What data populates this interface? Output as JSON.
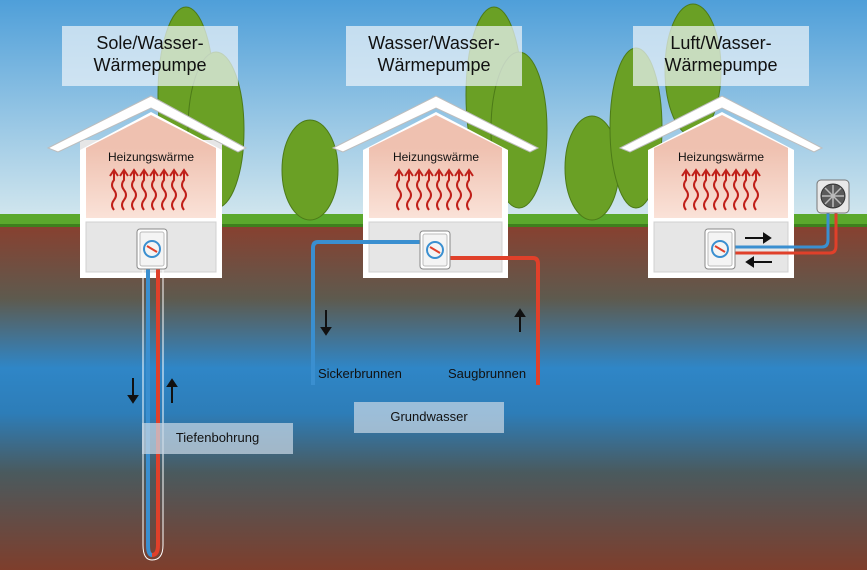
{
  "titles": {
    "sole": [
      "Sole/Wasser-",
      "Wärmepumpe"
    ],
    "wasser": [
      "Wasser/Wasser-",
      "Wärmepumpe"
    ],
    "luft": [
      "Luft/Wasser-",
      "Wärmepumpe"
    ]
  },
  "house_label": "Heizungswärme",
  "labels": {
    "tiefenbohrung": "Tiefenbohrung",
    "grundwasser": "Grundwasser",
    "sickerbrunnen": "Sickerbrunnen",
    "saugbrunnen": "Saugbrunnen"
  },
  "colors": {
    "sky_top": "#4f9fd9",
    "sky_bottom": "#cfe5ef",
    "grass": "#5aa82c",
    "soil_top": "#8a3f2e",
    "groundwater": "#2f86c7",
    "soil_bottom": "#7e3e2c",
    "house_fill": "#f7d6c8",
    "cold_pipe": "#3a8fd0",
    "hot_pipe": "#e0402a",
    "tree": "#6aa025"
  }
}
